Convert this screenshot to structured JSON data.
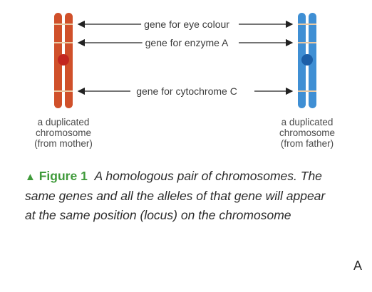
{
  "genes": {
    "eye_colour": "gene for eye colour",
    "enzyme_a": "gene for enzyme A",
    "cytochrome_c": "gene for cytochrome C"
  },
  "chromosomes": {
    "mother": {
      "caption": [
        "a duplicated",
        "chromosome",
        "(from mother)"
      ],
      "color": "#d0502a",
      "centromere_color": "#c3261f"
    },
    "father": {
      "caption": [
        "a duplicated",
        "chromosome",
        "(from father)"
      ],
      "color": "#3f8fd4",
      "centromere_color": "#1c5fa8"
    }
  },
  "figure": {
    "triangle": "▲",
    "label": "Figure 1",
    "text": "A homologous pair of chromosomes. The same genes and all the alleles of that gene will appear at the same position (locus) on the chromosome"
  },
  "page_mark": "A",
  "colors": {
    "band": "#e9c9a3",
    "arrow": "#222222",
    "figure_accent": "#3f9a3a"
  }
}
